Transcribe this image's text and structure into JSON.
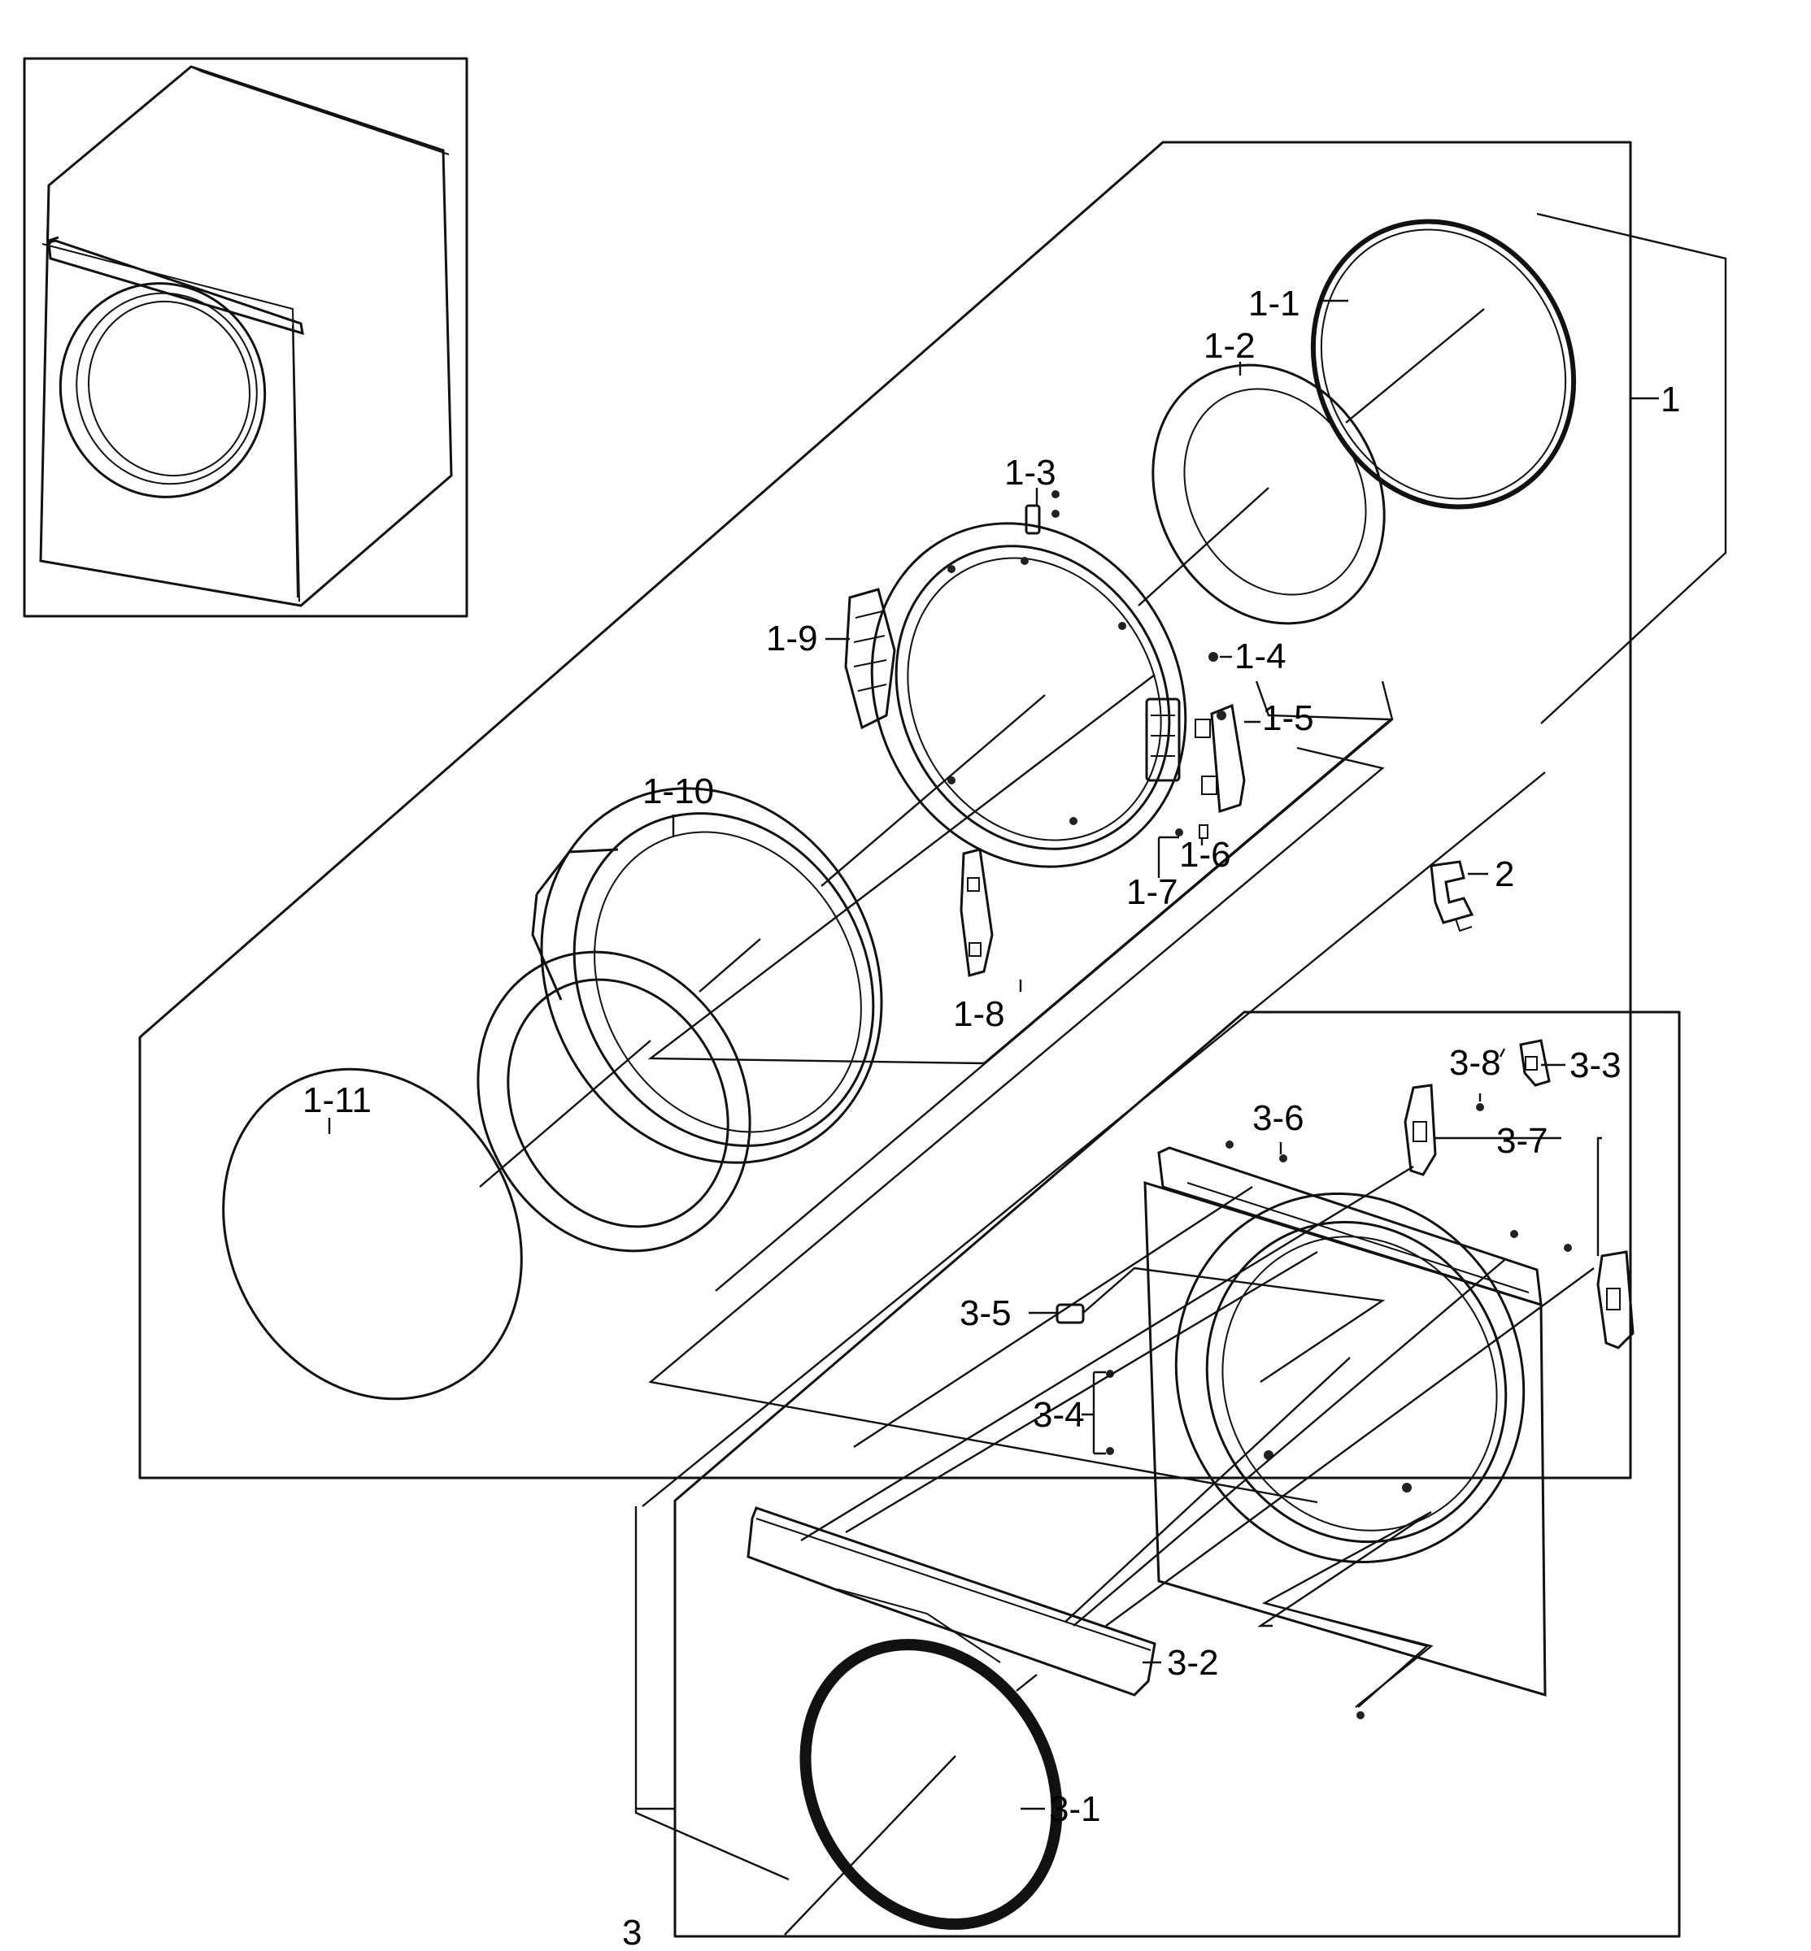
{
  "labels": {
    "l1": "1",
    "l1_1": "1-1",
    "l1_2": "1-2",
    "l1_3": "1-3",
    "l1_4": "1-4",
    "l1_5": "1-5",
    "l1_6": "1-6",
    "l1_7": "1-7",
    "l1_8": "1-8",
    "l1_9": "1-9",
    "l1_10": "1-10",
    "l1_11": "1-11",
    "l2": "2",
    "l3": "3",
    "l3_1": "3-1",
    "l3_2": "3-2",
    "l3_3": "3-3",
    "l3_4": "3-4",
    "l3_5": "3-5",
    "l3_6": "3-6",
    "l3_7": "3-7",
    "l3_8": "3-8"
  }
}
